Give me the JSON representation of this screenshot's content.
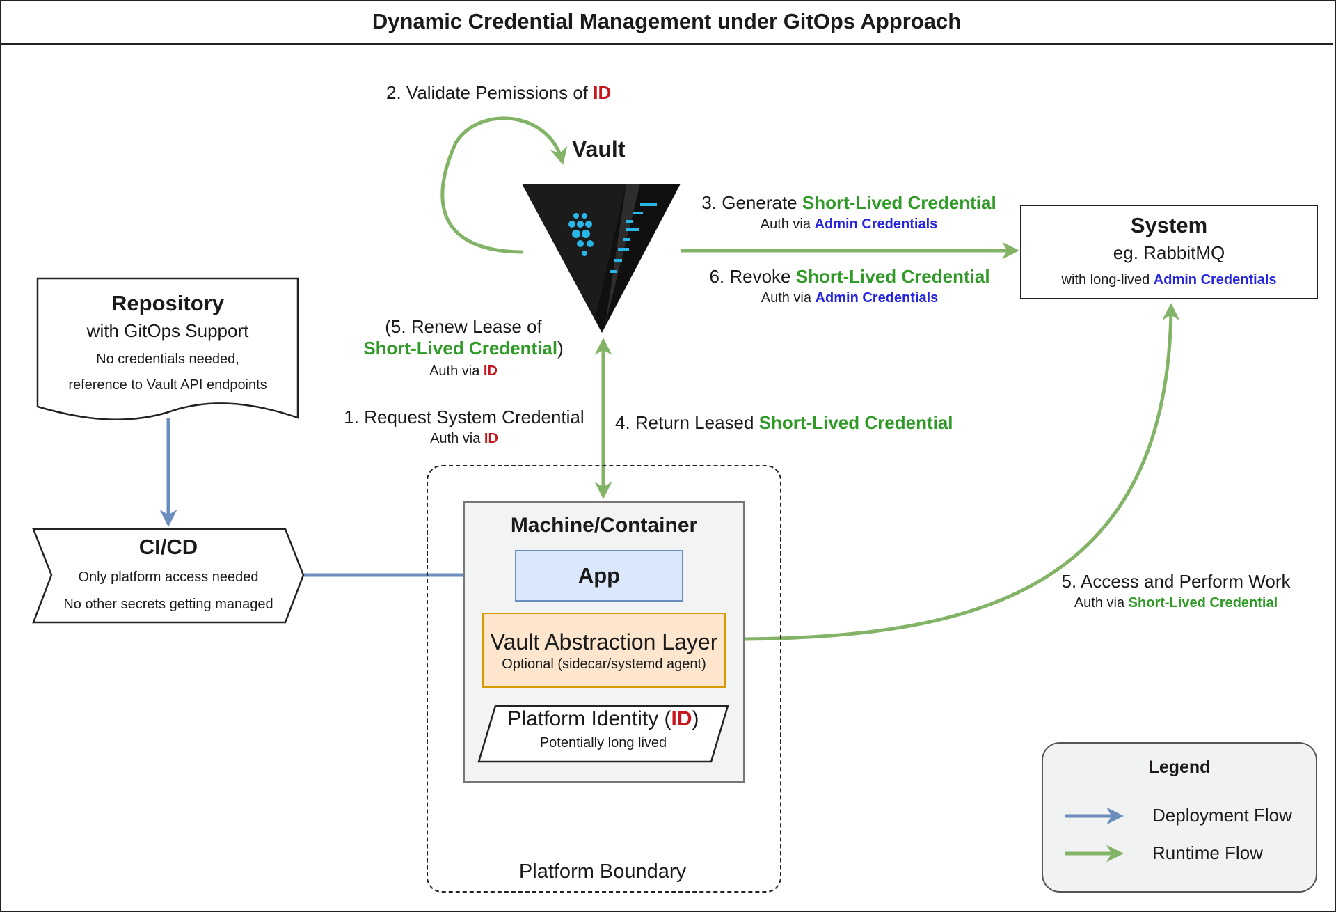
{
  "title": "Dynamic Credential Management under GitOps Approach",
  "vault": {
    "label": "Vault"
  },
  "repository": {
    "title": "Repository",
    "subtitle": "with GitOps Support",
    "line1": "No credentials needed,",
    "line2": "reference to Vault API endpoints"
  },
  "cicd": {
    "title": "CI/CD",
    "line1": "Only platform access needed",
    "line2": "No other secrets getting managed"
  },
  "system": {
    "title": "System",
    "subtitle": "eg. RabbitMQ",
    "note_prefix": "with long-lived ",
    "note_highlight": "Admin Credentials"
  },
  "machine": {
    "title": "Machine/Container",
    "app": "App",
    "val_title": "Vault Abstraction Layer",
    "val_sub": "Optional (sidecar/systemd agent)",
    "pid_prefix": "Platform Identity (",
    "pid_id": "ID",
    "pid_suffix": ")",
    "pid_sub": "Potentially long lived"
  },
  "boundary_label": "Platform Boundary",
  "steps": {
    "s2_text": "2. Validate Pemissions of ",
    "s2_id": "ID",
    "s3_text": "3. Generate ",
    "s3_cred": "Short-Lived Credential",
    "s3_auth": "Auth via ",
    "s3_admin": "Admin Credentials",
    "s6_text": "6. Revoke ",
    "s6_cred": "Short-Lived Credential",
    "s6_auth": "Auth via ",
    "s6_admin": "Admin Credentials",
    "s5r_text": "(5. Renew Lease of",
    "s5r_cred": "Short-Lived Credential",
    "s5r_close": ")",
    "s5r_auth": "Auth via ",
    "s5r_id": "ID",
    "s1_text": "1. Request System Credential",
    "s1_auth": "Auth via ",
    "s1_id": "ID",
    "s4_text": "4. Return Leased ",
    "s4_cred": "Short-Lived Credential",
    "s5a_text": "5. Access and Perform Work",
    "s5a_auth": "Auth via ",
    "s5a_cred": "Short-Lived Credential"
  },
  "legend": {
    "title": "Legend",
    "deploy": "Deployment Flow",
    "runtime": "Runtime Flow"
  },
  "colors": {
    "deployment": "#6c8ebf",
    "runtime": "#82b366",
    "id_red": "#c8161d",
    "credential_green": "#2f9a26",
    "admin_blue": "#2525e0"
  }
}
